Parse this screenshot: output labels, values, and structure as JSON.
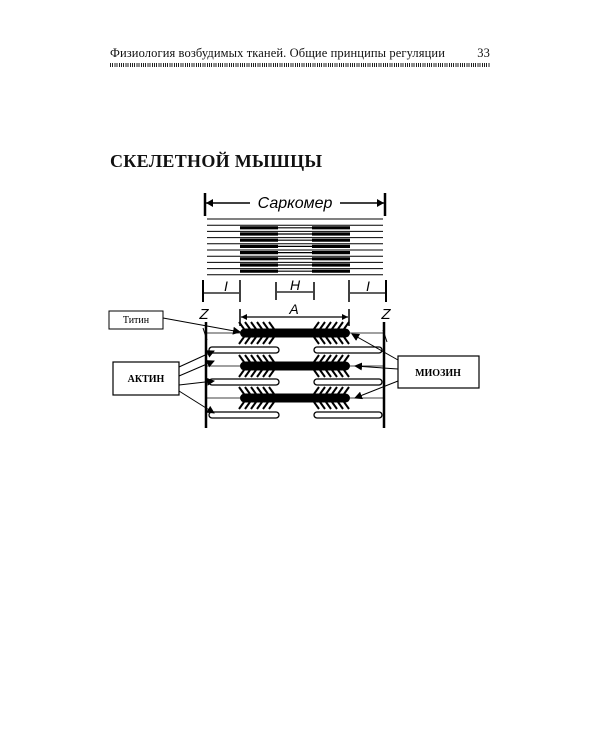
{
  "header": {
    "running_title": "Физиология возбудимых тканей. Общие принципы регуляции",
    "page_number": "33"
  },
  "section_title": "СКЕЛЕТНОЙ МЫШЦЫ",
  "figure": {
    "sarcomere_label": "Саркомер",
    "band_i_left": "I",
    "zone_h": "H",
    "band_i_right": "I",
    "z_left": "Z",
    "band_a": "A",
    "z_right": "Z",
    "callout_titin": "Титин",
    "callout_actin": "АКТИН",
    "callout_myosin": "МИОЗИН"
  }
}
